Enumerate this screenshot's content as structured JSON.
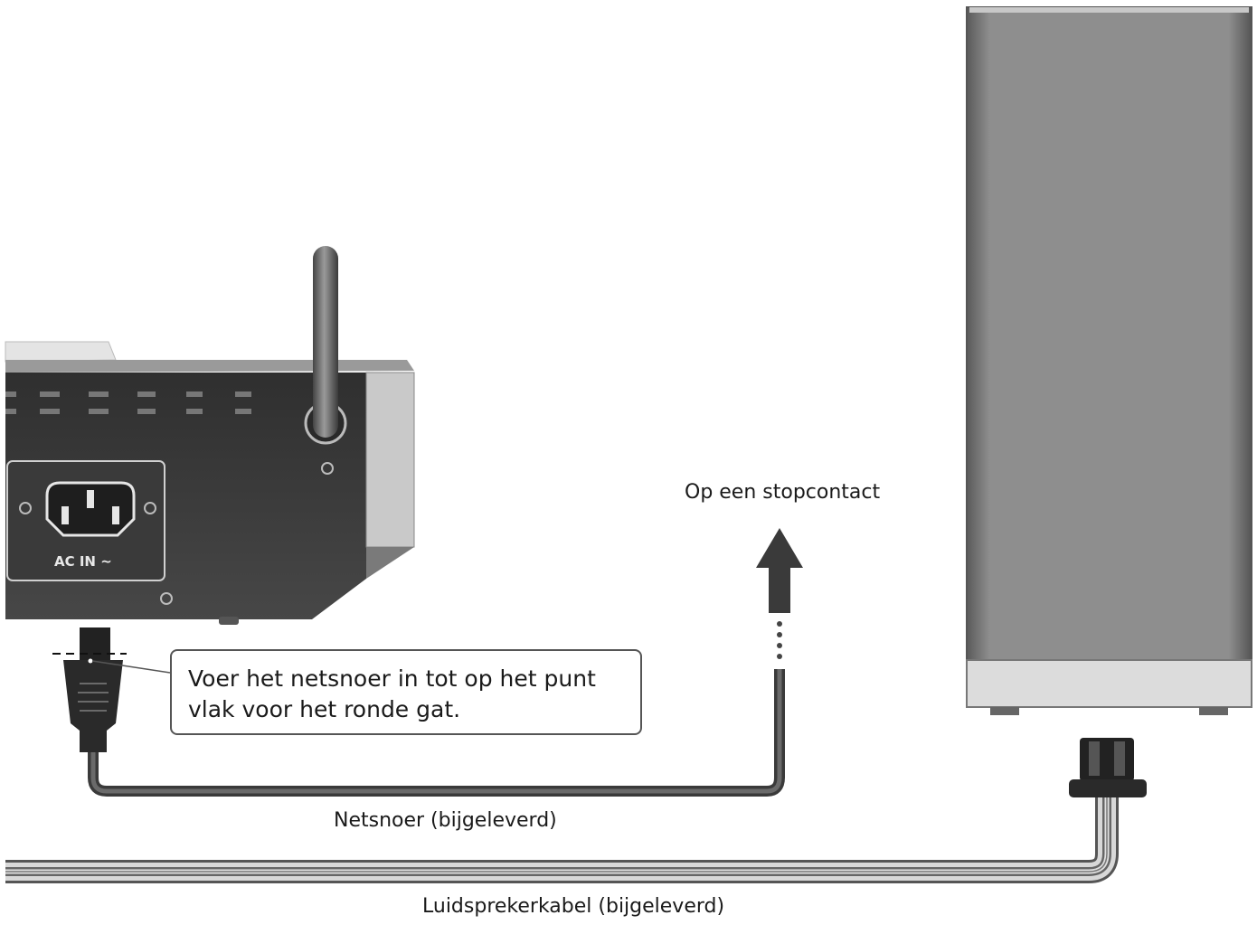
{
  "labels": {
    "outlet": "Op een stopcontact",
    "power_cord": "Netsnoer (bijgeleverd)",
    "speaker_cable": "Luidsprekerkabel (bijgeleverd)",
    "ac_in": "AC IN ~",
    "callout": "Voer het netsnoer in tot op het punt\nvlak voor het ronde gat."
  },
  "colors": {
    "unit_body": "#3c3c3c",
    "speaker_body": "#8a8a8a",
    "cable": "#4a4a4a",
    "arrow": "#3a3a3a"
  }
}
